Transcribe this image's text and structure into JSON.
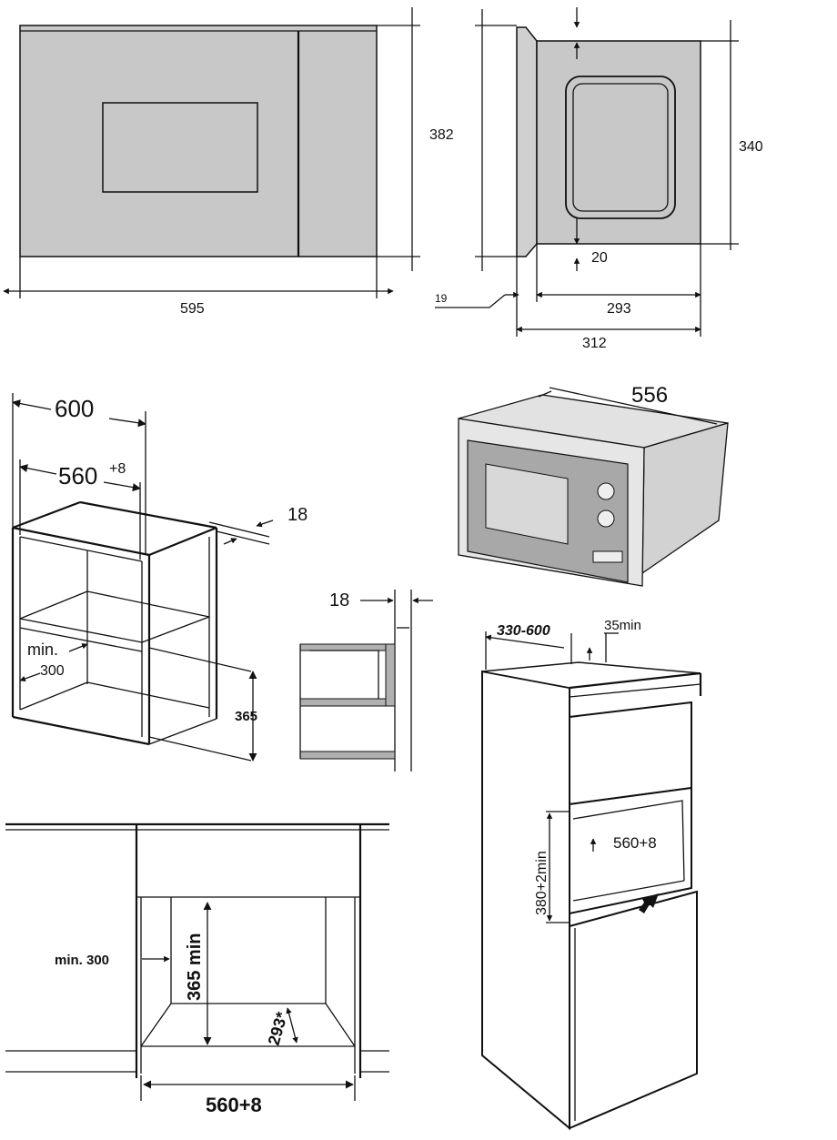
{
  "front_view": {
    "width_label": "595",
    "height_label": "382"
  },
  "side_view": {
    "height_label": "340",
    "frame_label": "20",
    "front_label": "19",
    "depth_label": "293",
    "total_depth_label": "312"
  },
  "wall_cabinet": {
    "width_label": "600",
    "inner_label": "560",
    "inner_sup": "+8",
    "panel_label": "18",
    "min_label_1": "min.",
    "min_label_2": "300",
    "height_label": "365"
  },
  "panel_detail": {
    "thickness_label": "18"
  },
  "appliance": {
    "depth_label": "556"
  },
  "tall_cabinet": {
    "depth_label": "330-600",
    "gap_label": "35min",
    "opening_height_label": "380+2min",
    "opening_width_label": "560+8"
  },
  "base_cabinet": {
    "min_label": "min. 300",
    "height_label": "365 min",
    "depth_label": "293*",
    "width_label": "560+8"
  }
}
